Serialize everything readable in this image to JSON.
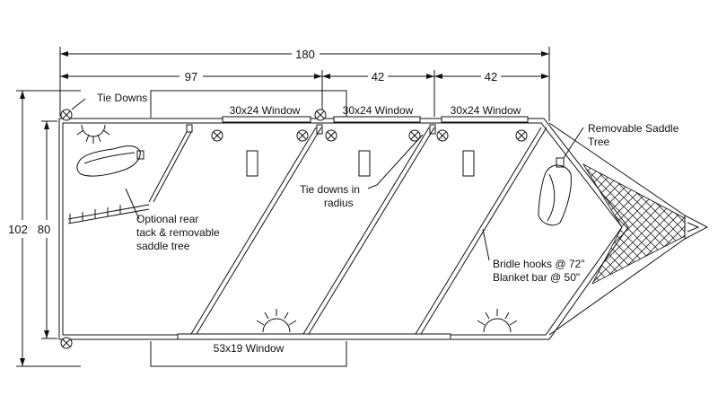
{
  "dimensions": {
    "total_length": "180",
    "section_1": "97",
    "section_2": "42",
    "section_3": "42",
    "outer_width": "102",
    "inner_width": "80"
  },
  "labels": {
    "tie_downs": "Tie Downs",
    "window_1": "30x24 Window",
    "window_2": "30x24 Window",
    "window_3": "30x24 Window",
    "window_bottom": "53x19 Window",
    "saddle_tree_line1": "Removable Saddle",
    "saddle_tree_line2": "Tree",
    "radius_line1": "Tie downs in",
    "radius_line2": "radius",
    "rear_tack_line1": "Optional rear",
    "rear_tack_line2": "tack & removable",
    "rear_tack_line3": "saddle tree",
    "bridle_line1": "Bridle hooks @ 72\"",
    "bridle_line2": "Blanket bar @ 50\""
  },
  "colors": {
    "line": "#111111",
    "background": "#ffffff"
  }
}
